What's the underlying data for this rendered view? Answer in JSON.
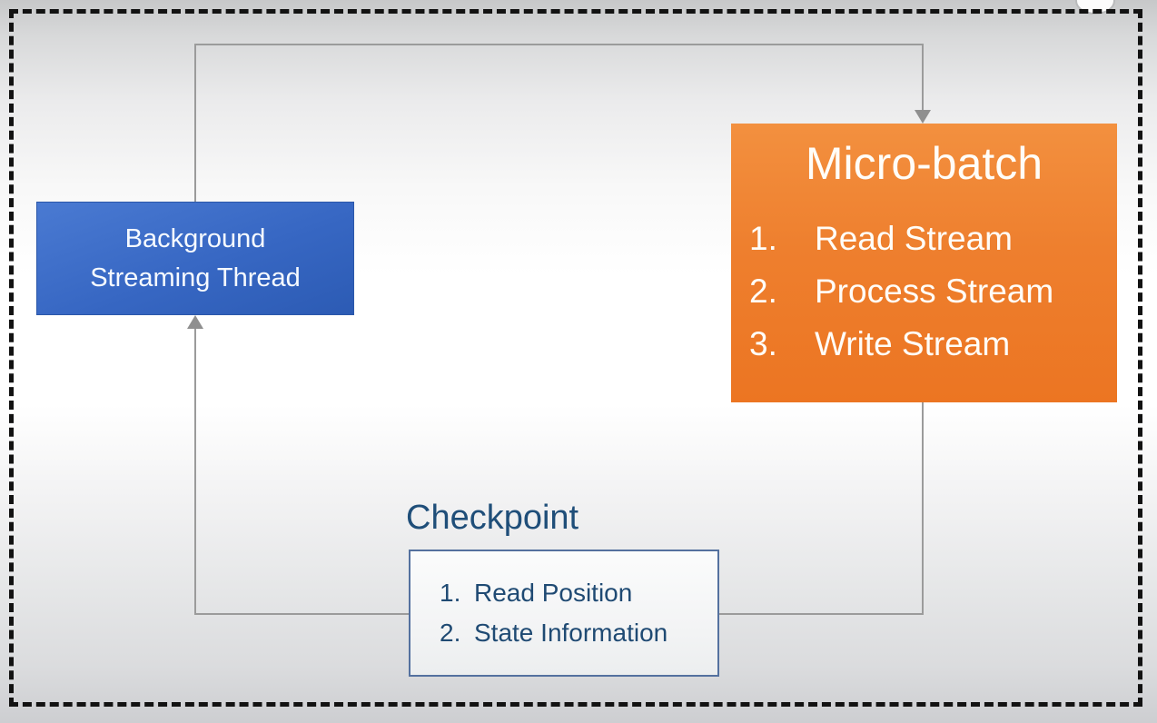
{
  "diagram": {
    "background_thread_box": {
      "line1": "Background",
      "line2": "Streaming Thread",
      "fill_color": "#3767c3"
    },
    "micro_batch_box": {
      "title": "Micro-batch",
      "fill_color": "#ED7D31",
      "items": [
        {
          "num": "1.",
          "label": "Read Stream"
        },
        {
          "num": "2.",
          "label": "Process Stream"
        },
        {
          "num": "3.",
          "label": "Write Stream"
        }
      ]
    },
    "checkpoint": {
      "label": "Checkpoint",
      "text_color": "#1f4e79",
      "border_color": "#54719f",
      "items": [
        {
          "num": "1.",
          "label": "Read Position"
        },
        {
          "num": "2.",
          "label": "State Information"
        }
      ]
    },
    "connector_color": "#9b9b9b",
    "frame_border_color": "#121212"
  }
}
